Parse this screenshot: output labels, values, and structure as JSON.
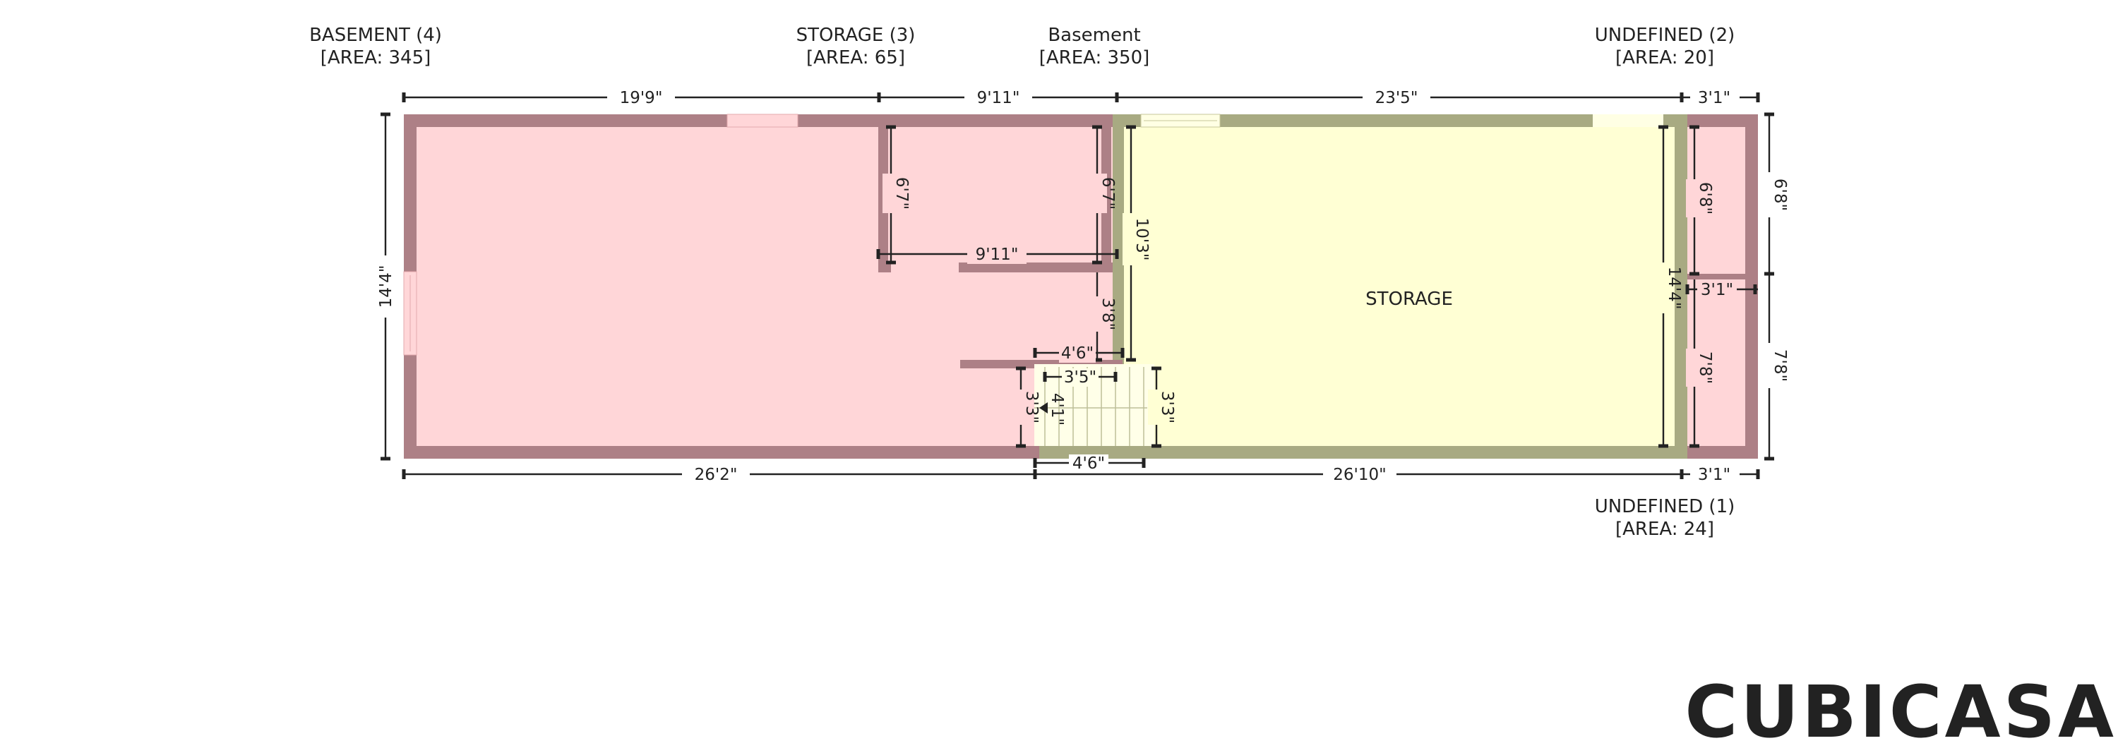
{
  "rooms": {
    "basement4": {
      "name": "BASEMENT (4)",
      "area": "[AREA: 345]"
    },
    "storage3": {
      "name": "STORAGE (3)",
      "area": "[AREA: 65]"
    },
    "basement": {
      "name": "Basement",
      "area": "[AREA: 350]"
    },
    "undefined2": {
      "name": "UNDEFINED (2)",
      "area": "[AREA: 20]"
    },
    "undefined1": {
      "name": "UNDEFINED (1)",
      "area": "[AREA: 24]"
    },
    "storage_center": "STORAGE"
  },
  "dimensions": {
    "top_1": "19'9\"",
    "top_2": "9'11\"",
    "top_3": "23'5\"",
    "top_4": "3'1\"",
    "left_height": "14'4\"",
    "right_top": "6'8\"",
    "right_bottom": "7'8\"",
    "bottom_1": "26'2\"",
    "bottom_2": "26'10\"",
    "bottom_3": "3'1\"",
    "storage_inner_h1": "6'7\"",
    "storage_inner_h2": "6'7\"",
    "storage_inner_w": "9'11\"",
    "corridor_h": "10'3\"",
    "corridor_low": "3'8\"",
    "stair_top_w": "4'6\"",
    "stair_inner_w": "3'5\"",
    "stair_left_h": "3'3\"",
    "stair_tread": "4'1\"",
    "stair_right_h": "3'3\"",
    "stair_bottom_w": "4'6\"",
    "storage_h": "14'4\"",
    "undef_inner_top": "6'8\"",
    "undef_inner_mid": "3'1\"",
    "undef_inner_bottom": "7'8\""
  },
  "logo": {
    "text": "CUBICASA"
  },
  "colors": {
    "pink_fill": "#ffd6d8",
    "yellow_fill": "#ffffd4",
    "wall_red": "#ad8086",
    "wall_olive": "#a8aa82",
    "logo_grey": "#d7d7d7"
  }
}
